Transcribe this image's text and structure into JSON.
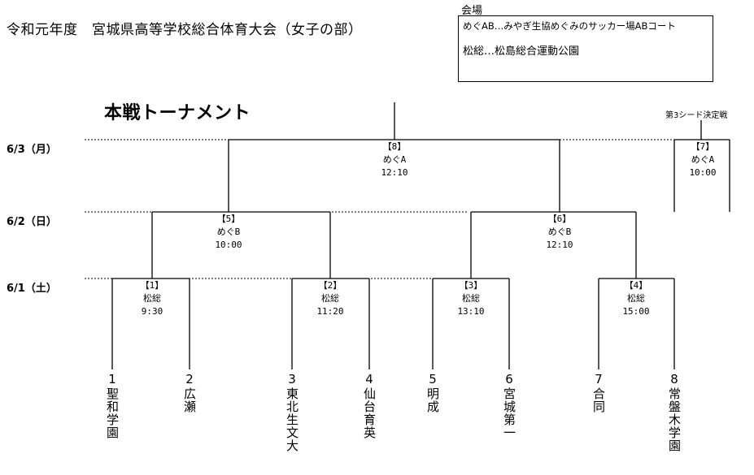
{
  "header": {
    "title": "令和元年度　宮城県高等学校総合体育大会（女子の部）"
  },
  "venue": {
    "caption": "会場",
    "line1": "めぐAB…みやぎ生協めぐみのサッカー場ABコート",
    "line2": "松総…松島総合運動公園"
  },
  "bracket": {
    "title": "本戦トーナメント",
    "seed_note": "第3シード決定戦",
    "dates": [
      "6/3（月）",
      "6/2（日）",
      "6/1（土）"
    ],
    "matches": [
      {
        "id": "【1】",
        "venue": "松総",
        "time": "9:30"
      },
      {
        "id": "【2】",
        "venue": "松総",
        "time": "11:20"
      },
      {
        "id": "【3】",
        "venue": "松総",
        "time": "13:10"
      },
      {
        "id": "【4】",
        "venue": "松総",
        "time": "15:00"
      },
      {
        "id": "【5】",
        "venue": "めぐB",
        "time": "10:00"
      },
      {
        "id": "【6】",
        "venue": "めぐB",
        "time": "12:10"
      },
      {
        "id": "【7】",
        "venue": "めぐA",
        "time": "10:00"
      },
      {
        "id": "【8】",
        "venue": "めぐA",
        "time": "12:10"
      }
    ],
    "teams": [
      {
        "num": "1",
        "name": "聖和学園"
      },
      {
        "num": "2",
        "name": "広瀬"
      },
      {
        "num": "3",
        "name": "東北生文大"
      },
      {
        "num": "4",
        "name": "仙台育英"
      },
      {
        "num": "5",
        "name": "明成"
      },
      {
        "num": "6",
        "name": "宮城第一"
      },
      {
        "num": "7",
        "name": "合同"
      },
      {
        "num": "8",
        "name": "常盤木学園"
      }
    ]
  }
}
